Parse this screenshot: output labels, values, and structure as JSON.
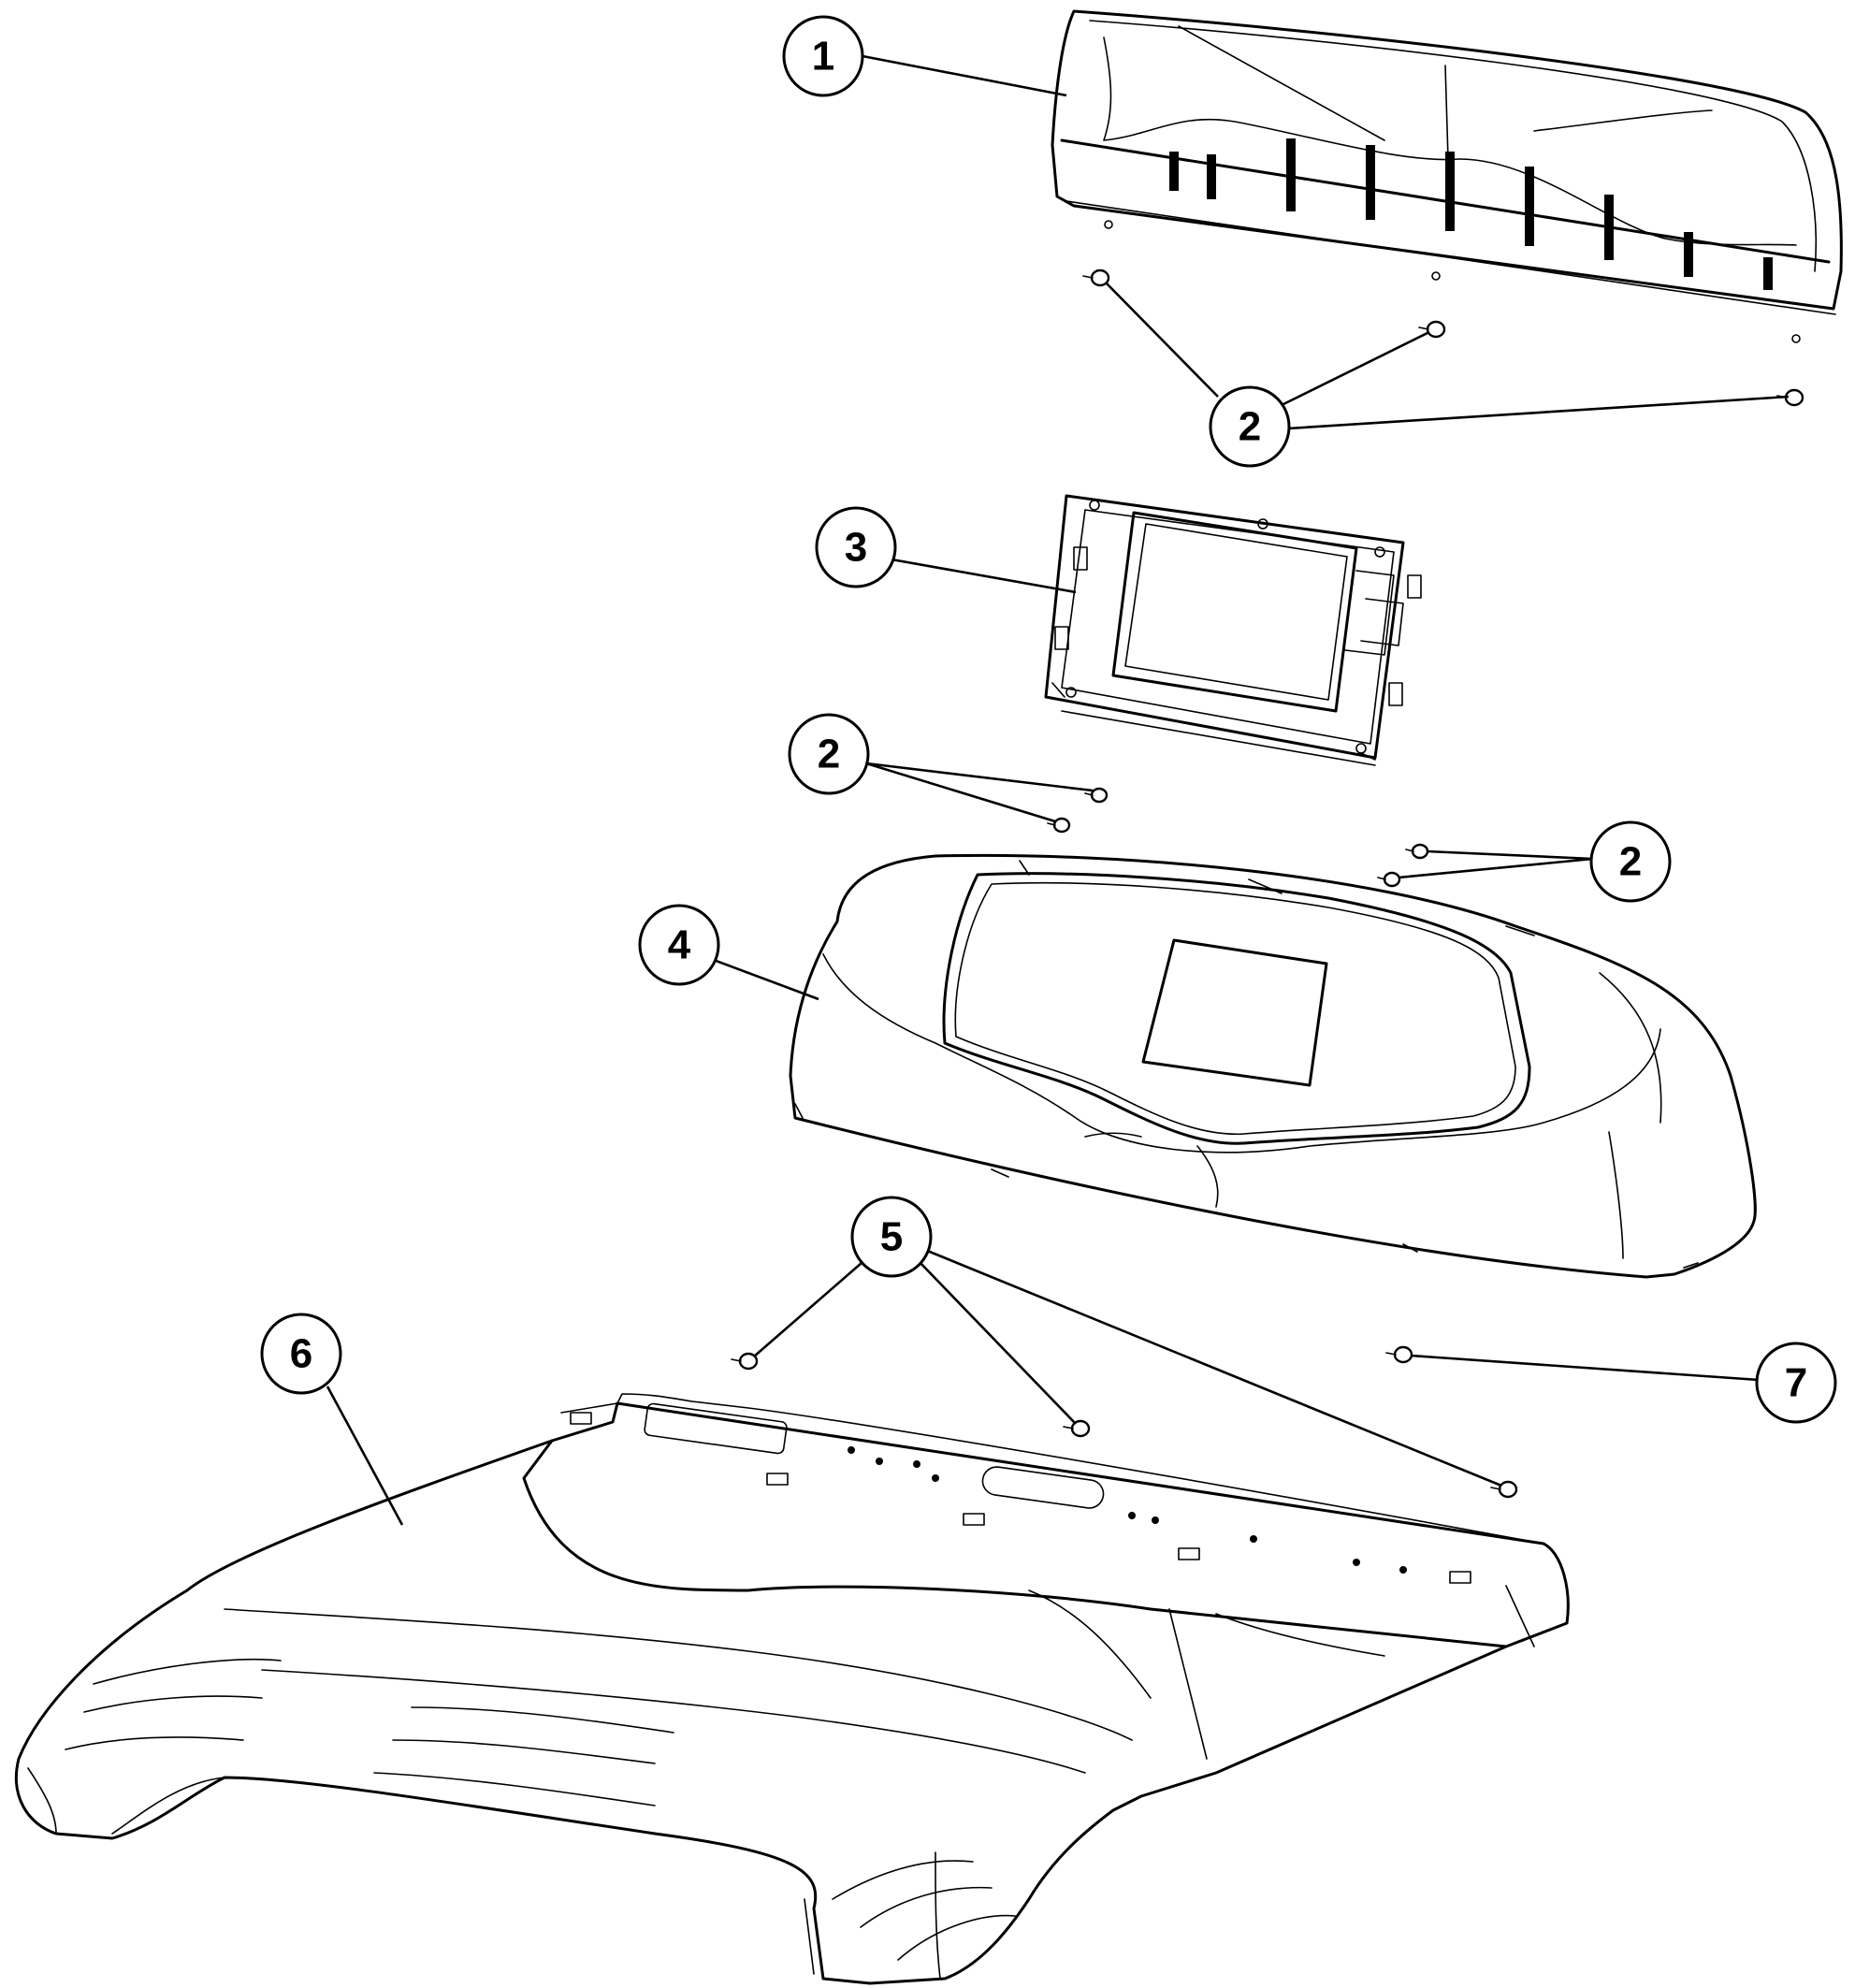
{
  "callouts": [
    {
      "id": "c1",
      "label": "1"
    },
    {
      "id": "c2a",
      "label": "2"
    },
    {
      "id": "c3",
      "label": "3"
    },
    {
      "id": "c2b",
      "label": "2"
    },
    {
      "id": "c2c",
      "label": "2"
    },
    {
      "id": "c4",
      "label": "4"
    },
    {
      "id": "c5",
      "label": "5"
    },
    {
      "id": "c6",
      "label": "6"
    },
    {
      "id": "c7",
      "label": "7"
    }
  ]
}
